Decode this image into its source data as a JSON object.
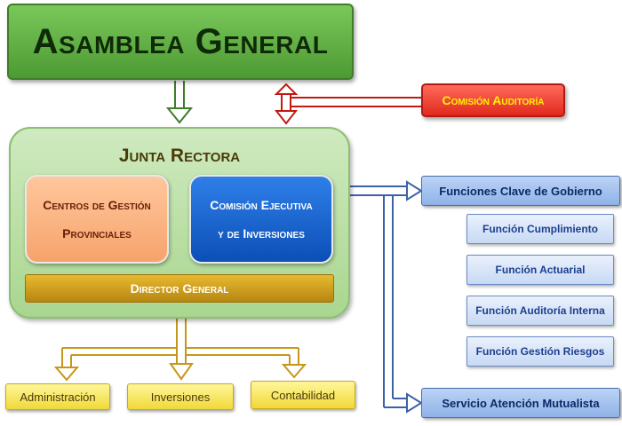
{
  "asamblea": "Asamblea General",
  "comision_auditoria": "Comisión Auditoría",
  "junta_rectora": "Junta Rectora",
  "centros": [
    "Centros de Gestión",
    "Provinciales"
  ],
  "comision_ejecutiva": [
    "Comisión Ejecutiva",
    "y de Inversiones"
  ],
  "director_general": "Director General",
  "departamentos": [
    "Administración",
    "Inversiones",
    "Contabilidad"
  ],
  "funciones_clave": "Funciones Clave de Gobierno",
  "funciones": [
    "Función Cumplimiento",
    "Función Actuarial",
    "Función Auditoría Interna",
    "Función Gestión Riesgos"
  ],
  "servicio": "Servicio Atención Mutualista",
  "colors": {
    "green": "#5aa83e",
    "red": "#e02a1e",
    "orange": "#f6a36c",
    "blue": "#0b4fb7",
    "gold": "#c8961a",
    "yellow": "#f4dc45",
    "light_blue": "#a8c4ee"
  }
}
